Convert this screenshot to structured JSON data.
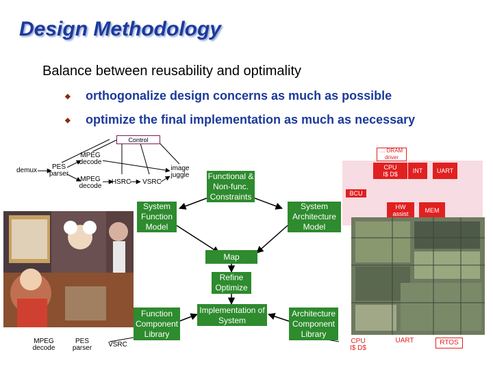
{
  "slide": {
    "title": "Design Methodology",
    "subtitle": "Balance between reusability and optimality",
    "bullets": [
      "orthogonalize design concerns as much as possible",
      "optimize the final implementation as much as necessary"
    ]
  },
  "function_graph": {
    "control": "Control",
    "demux": "demux",
    "pes_parser": "PES parser",
    "mpeg_decode_1": "MPEG decode",
    "mpeg_decode_2": "MPEG decode",
    "hsrc": "HSRC",
    "vsrc": "VSRC",
    "image_juggle": "image juggle"
  },
  "architecture": {
    "dram_label": "... DRAM",
    "dram_sub": "driver",
    "cpu": "CPU",
    "cpu_sub": "I$ D$",
    "int": "INT",
    "uart": "UART",
    "bcu": "BCU",
    "hw_assist": "HW assist",
    "mem": "MEM"
  },
  "flow": {
    "constraints": "Functional & Non-func. Constraints",
    "system_function_model": "System Function Model",
    "system_architecture_model": "System Architecture Model",
    "map": "Map",
    "refine_optimize": "Refine Optimize",
    "function_component_library": "Function Component Library",
    "implementation_of_system": "Implementation of System",
    "architecture_component_library": "Architecture Component Library"
  },
  "bottom_library": {
    "mpeg_decode": "MPEG decode",
    "pes_parser": "PES parser",
    "vsrc": "VSRC",
    "cpu": "CPU",
    "cpu_sub": "I$ D$",
    "uart": "UART",
    "rtos": "RTOS"
  },
  "colors": {
    "title": "#1b3a9a",
    "bullet_text": "#1b3a9a",
    "green_box": "#2e8b2e",
    "red_box": "#e12020",
    "arch_pink": "#f0c0cc",
    "arrow": "#000000"
  }
}
